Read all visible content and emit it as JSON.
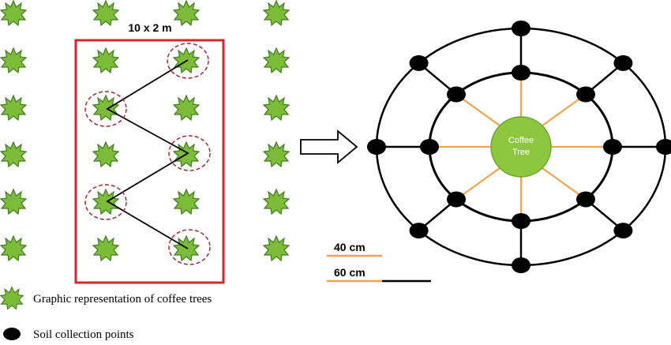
{
  "plot": {
    "dimension_label": "10 x 2 m"
  },
  "center": {
    "line1": "Coffee",
    "line2": "Tree"
  },
  "scale": {
    "inner_label": "40 cm",
    "outer_label": "60 cm"
  },
  "legend": {
    "tree_label": "Graphic representation of coffee trees",
    "point_label": "Soil collection points"
  },
  "colors": {
    "plot_border": "#d7262c",
    "tree_fill": "#7dbb3a",
    "tree_stroke": "#3f7d1c",
    "sample_circle": "#a5292f",
    "center_fill": "#8dc63f",
    "orange_line": "#f4a34a",
    "black": "#000000"
  },
  "icons": {
    "tree": "coffee-tree-icon",
    "point": "soil-point-icon",
    "arrow": "right-arrow-icon"
  }
}
